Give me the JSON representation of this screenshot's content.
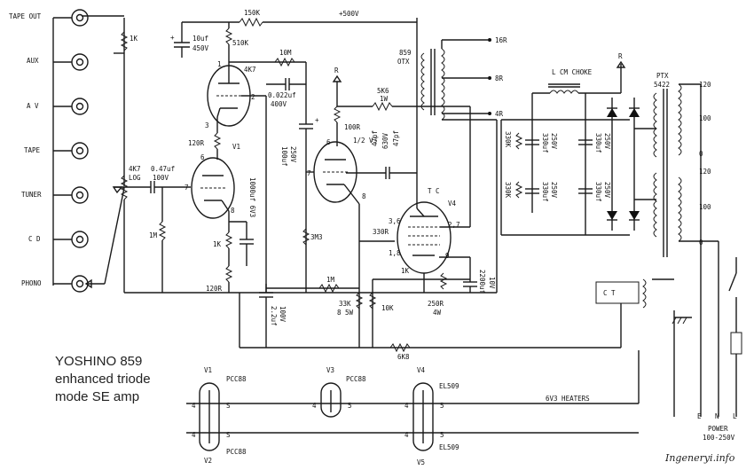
{
  "inputs": [
    "TAPE OUT",
    "AUX",
    "A V",
    "TAPE",
    "TUNER",
    "C D",
    "PHONO"
  ],
  "components": {
    "r_150k": "150K",
    "b_plus": "+500V",
    "r_1k_top": "1K",
    "c_10uf": "10uf",
    "c_450v": "450V",
    "r_510k": "510K",
    "r_4k7": "4K7",
    "r_10m": "10M",
    "c_0022": "0.022uf",
    "c_400v": "400V",
    "pin_1": "1",
    "pin_2": "2",
    "pin_3": "3",
    "pin_6": "6",
    "pin_7": "7",
    "pin_8": "8",
    "r_120r_a": "120R",
    "v1": "V1",
    "pot_4k7": "4K7",
    "pot_log": "LOG",
    "c_047": "0.47uf",
    "c_100v": "100V",
    "r_1m_in": "1M",
    "r_1k_cath": "1K",
    "r_120r_b": "120R",
    "c_1000uf": "1000uf 6V3",
    "c_100uf": "100uf",
    "c_250v_a": "250V",
    "r_3m3": "3M3",
    "r_100r": "100R",
    "r_5k6": "5K6",
    "r_1w": "1W",
    "r_label": "R",
    "v3_half": "1/2 V3",
    "pin_6b": "6",
    "pin_7b": "7",
    "pin_8b": "8",
    "c_47pf_a": "47pf",
    "c_630v": "630V",
    "c_47pf_b": "47pf",
    "tc": "T C",
    "v4": "V4",
    "pin_36": "3,6",
    "pin_27": "2,7",
    "r_330r": "330R",
    "pin_18": "1,8",
    "r_1k_g2": "1K",
    "pin_9": "9",
    "c_2200uf": "2200uf",
    "c_10v": "10V",
    "r_250r": "250R",
    "r_4w": "4W",
    "r_1m_fb": "1M",
    "r_33k": "33K",
    "r_8w": "8 5W",
    "r_10k": "10K",
    "c_22uf": "2.2uf",
    "c_100v_b": "100V",
    "r_6k8": "6K8",
    "ot_859": "859",
    "ot_otx": "OTX",
    "tap_16r": "16R",
    "tap_8r": "8R",
    "tap_4r": "4R",
    "choke": "L  CM CHOKE",
    "r_label_2": "R",
    "r_330k_a": "330K",
    "r_330k_b": "330K",
    "cap_330uf": "330uf",
    "cap_250v": "250V",
    "ptx": "PTX",
    "ptx_num": "5422",
    "sec_120a": "120",
    "sec_100a": "100",
    "sec_0a": "0",
    "sec_120b": "120",
    "sec_100b": "100",
    "sec_0b": "0",
    "ct": "C T",
    "mains_e": "E",
    "mains_n": "N",
    "mains_l": "L",
    "power": "POWER",
    "power_v": "100-250V",
    "heaters": "6V3 HEATERS"
  },
  "heaters": {
    "v1": "V1",
    "v1_type": "PCC88",
    "v2": "V2",
    "v2_type": "PCC88",
    "v3": "V3",
    "v3_type": "PCC88",
    "v4": "V4",
    "v4_type": "EL509",
    "v5": "V5",
    "v5_type": "EL509",
    "pin_4": "4",
    "pin_5": "5",
    "pin_s": "S"
  },
  "caption": [
    "YOSHINO 859",
    "enhanced triode",
    "mode SE amp"
  ],
  "watermark": "Ingeneryi.info"
}
